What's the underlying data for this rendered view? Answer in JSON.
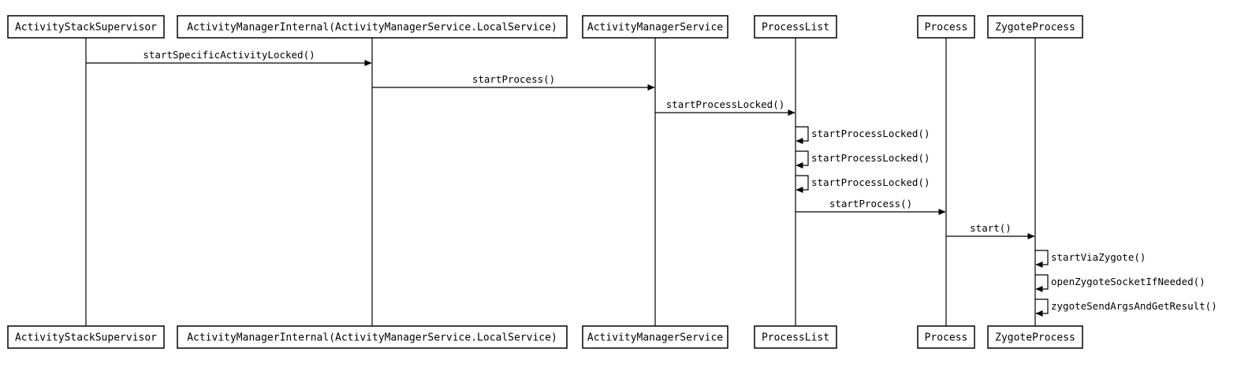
{
  "participants": [
    {
      "id": "ass",
      "label": "ActivityStackSupervisor"
    },
    {
      "id": "ami",
      "label": "ActivityManagerInternal(ActivityManagerService.LocalService)"
    },
    {
      "id": "ams",
      "label": "ActivityManagerService"
    },
    {
      "id": "pl",
      "label": "ProcessList"
    },
    {
      "id": "proc",
      "label": "Process"
    },
    {
      "id": "zp",
      "label": "ZygoteProcess"
    }
  ],
  "messages": [
    {
      "from": "ass",
      "to": "ami",
      "label": "startSpecificActivityLocked()"
    },
    {
      "from": "ami",
      "to": "ams",
      "label": "startProcess()"
    },
    {
      "from": "ams",
      "to": "pl",
      "label": "startProcessLocked()"
    },
    {
      "from": "pl",
      "to": "pl",
      "label": "startProcessLocked()"
    },
    {
      "from": "pl",
      "to": "pl",
      "label": "startProcessLocked()"
    },
    {
      "from": "pl",
      "to": "pl",
      "label": "startProcessLocked()"
    },
    {
      "from": "pl",
      "to": "proc",
      "label": "startProcess()"
    },
    {
      "from": "proc",
      "to": "zp",
      "label": "start()"
    },
    {
      "from": "zp",
      "to": "zp",
      "label": "startViaZygote()"
    },
    {
      "from": "zp",
      "to": "zp",
      "label": "openZygoteSocketIfNeeded()"
    },
    {
      "from": "zp",
      "to": "zp",
      "label": "zygoteSendArgsAndGetResult()"
    }
  ]
}
